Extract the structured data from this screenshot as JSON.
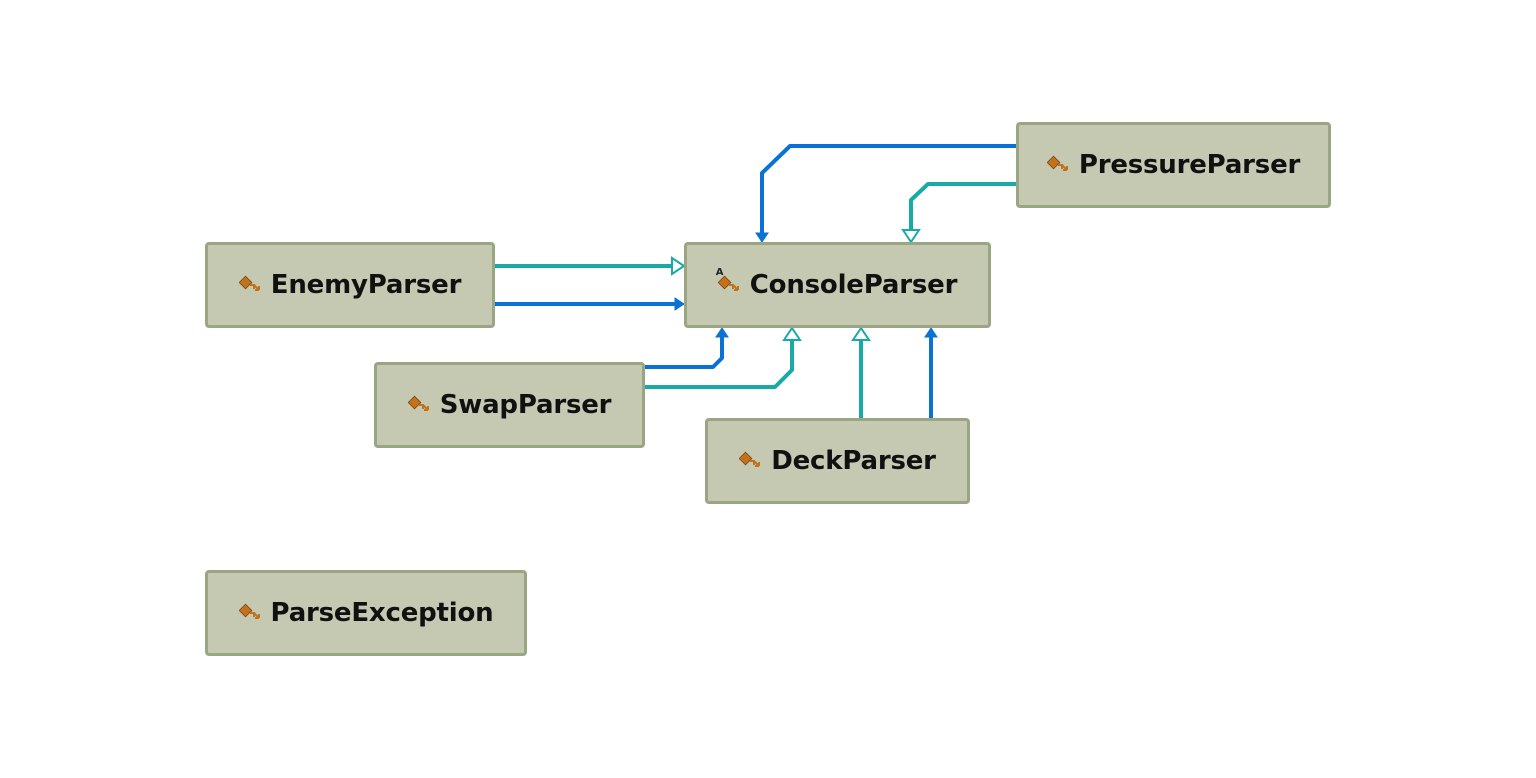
{
  "diagram": {
    "nodes": [
      {
        "id": "pressure",
        "label": "PressureParser",
        "icon": "class-icon"
      },
      {
        "id": "enemy",
        "label": "EnemyParser",
        "icon": "class-icon"
      },
      {
        "id": "console",
        "label": "ConsoleParser",
        "icon": "abstract-class-icon",
        "icon_badge": "A"
      },
      {
        "id": "swap",
        "label": "SwapParser",
        "icon": "class-icon"
      },
      {
        "id": "deck",
        "label": "DeckParser",
        "icon": "class-icon"
      },
      {
        "id": "parseexception",
        "label": "ParseException",
        "icon": "class-icon"
      }
    ],
    "edges": [
      {
        "from": "pressure",
        "to": "console",
        "kind": "association"
      },
      {
        "from": "pressure",
        "to": "console",
        "kind": "inheritance"
      },
      {
        "from": "enemy",
        "to": "console",
        "kind": "inheritance"
      },
      {
        "from": "enemy",
        "to": "console",
        "kind": "association"
      },
      {
        "from": "swap",
        "to": "console",
        "kind": "association"
      },
      {
        "from": "swap",
        "to": "console",
        "kind": "inheritance"
      },
      {
        "from": "deck",
        "to": "console",
        "kind": "inheritance"
      },
      {
        "from": "deck",
        "to": "console",
        "kind": "association"
      }
    ],
    "colors": {
      "association": "#0a72d6",
      "inheritance": "#17aaa6",
      "node_fill": "#c5c9b2",
      "node_border": "#9aa583",
      "icon_main": "#c2721a"
    }
  }
}
